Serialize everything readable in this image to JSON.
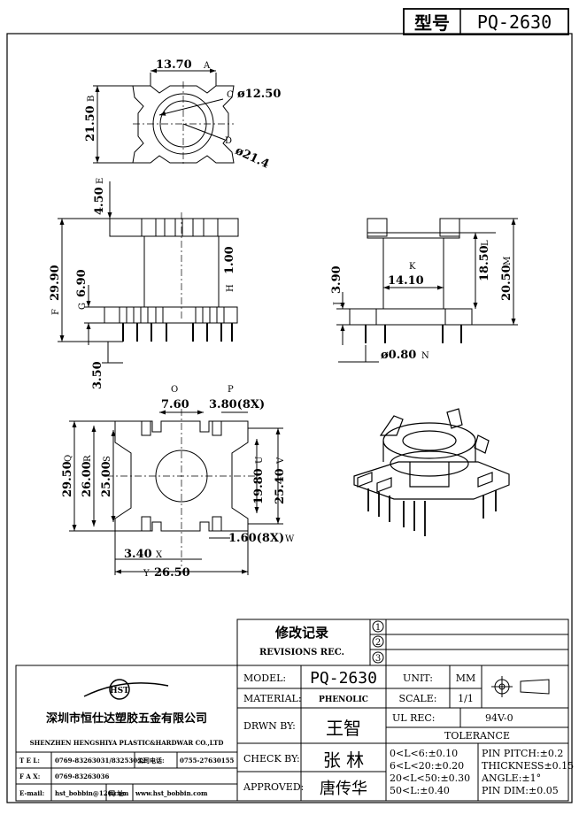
{
  "title_box": {
    "label": "型号",
    "model": "PQ-2630"
  },
  "dims": {
    "A": "13.70",
    "A_tag": "A",
    "B": "21.50",
    "B_tag": "B",
    "C": "ø12.50",
    "C_tag": "C",
    "D": "ø21.4",
    "D_tag": "D",
    "E": "4.50",
    "E_tag": "E",
    "F": "29.90",
    "F_tag": "F",
    "G": "6.90",
    "G_tag": "G",
    "H": "1.00",
    "H_tag": "H",
    "pin_len": "3.50",
    "J": "3.90",
    "J_tag": "J",
    "K": "14.10",
    "K_tag": "K",
    "L": "18.50",
    "L_tag": "L",
    "M": "20.50",
    "M_tag": "M",
    "N": "ø0.80",
    "N_tag": "N",
    "O": "7.60",
    "O_tag": "O",
    "P": "3.80(8X)",
    "P_tag": "P",
    "Q": "29.50",
    "Q_tag": "Q",
    "R": "26.00",
    "R_tag": "R",
    "S": "25.00",
    "S_tag": "S",
    "U": "19.80",
    "U_tag": "U",
    "V": "25.40",
    "V_tag": "V",
    "W": "1.60(8X)",
    "W_tag": "W",
    "X": "3.40",
    "X_tag": "X",
    "Y": "26.50",
    "Y_tag": "Y"
  },
  "revisions": {
    "title_cn": "修改记录",
    "title_en": "REVISIONS REC.",
    "rows": [
      "1",
      "2",
      "3"
    ]
  },
  "company": {
    "logo": "HST",
    "name_cn": "深圳市恒仕达塑胶五金有限公司",
    "name_en": "SHENZHEN HENGSHIYA PLASTIC&HARDWAR CO.,LTD",
    "tel_label": "T E L:",
    "tel": "0769-83263031/83253032",
    "phone_label": "公司电话:",
    "phone": "0755-27630155",
    "fax_label": "F A X:",
    "fax": "0769-83263036",
    "email_label": "E-mail:",
    "email": "hst_bobbin@126.com",
    "web_label": "网 址:",
    "web": "www.hst_bobbin.com"
  },
  "title_block": {
    "model_label": "MODEL:",
    "model": "PQ-2630",
    "material_label": "MATERIAL:",
    "material": "PHENOLIC",
    "drawn_label": "DRWN BY:",
    "drawn": "王智",
    "check_label": "CHECK BY:",
    "check": "张  林",
    "approved_label": "APPROVED:",
    "approved": "唐传华",
    "unit_label": "UNIT:",
    "unit": "MM",
    "scale_label": "SCALE:",
    "scale": "1/1",
    "ul_label": "UL REC:",
    "ul": "94V-0",
    "tolerance_label": "TOLERANCE",
    "tol": [
      "0<L<6:±0.10",
      "6<L<20:±0.20",
      "20<L<50:±0.30",
      "50<L:±0.40"
    ],
    "tol2": [
      "PIN PITCH:±0.2",
      "THICKNESS±0.15",
      "ANGLE:±1°",
      "PIN DIM:±0.05"
    ]
  }
}
